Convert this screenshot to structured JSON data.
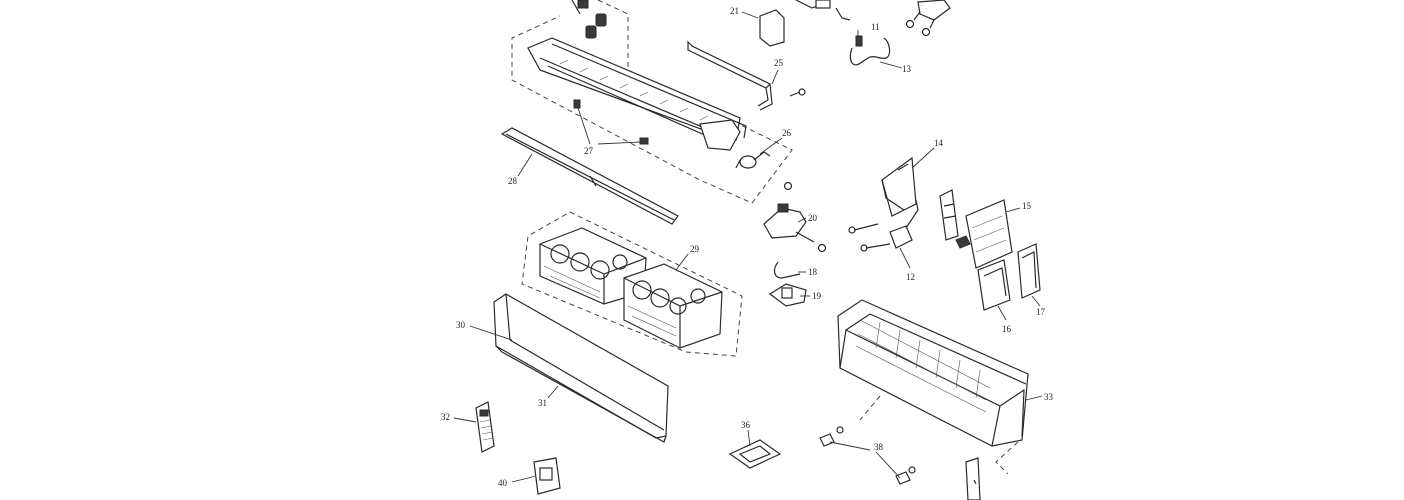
{
  "diagram": {
    "labels": {
      "p11": "11",
      "p12": "12",
      "p13": "13",
      "p14": "14",
      "p15": "15",
      "p16": "16",
      "p17": "17",
      "p18": "18",
      "p19": "19",
      "p20": "20",
      "p21": "21",
      "p25": "25",
      "p26": "26",
      "p27": "27",
      "p28": "28",
      "p29": "29",
      "p30": "30",
      "p31": "31",
      "p32": "32",
      "p33": "33",
      "p36": "36",
      "p38": "38",
      "p40": "40"
    }
  }
}
